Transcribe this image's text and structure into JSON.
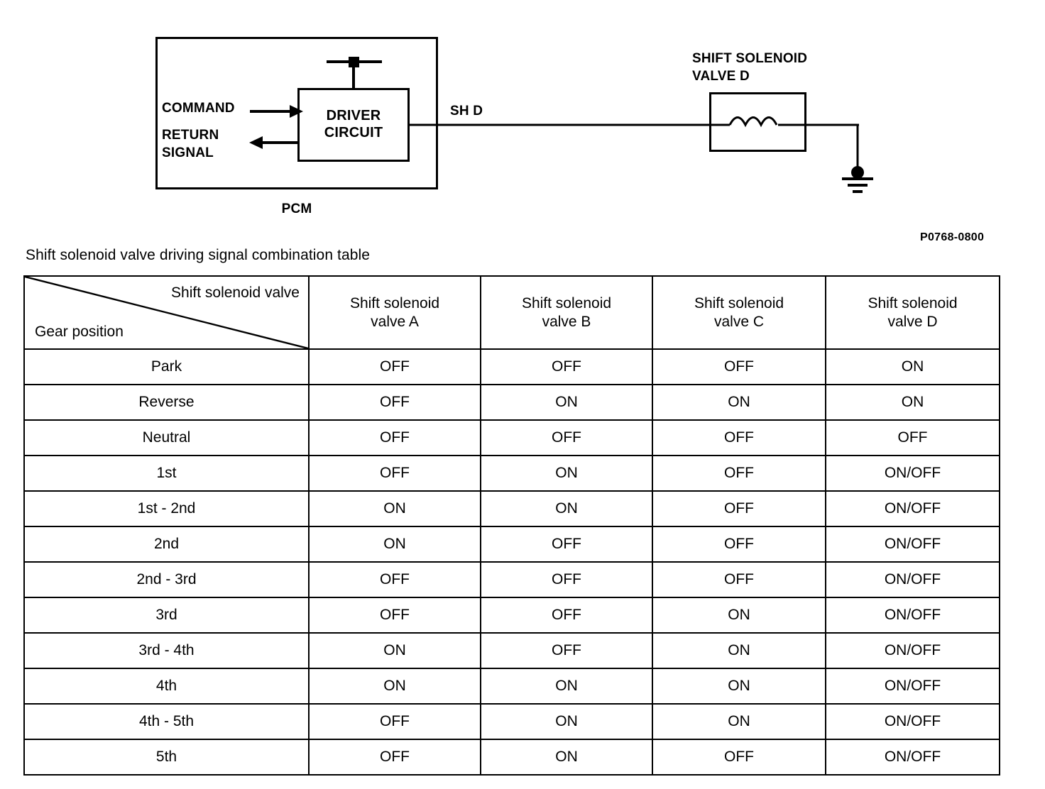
{
  "diagram": {
    "pcm_label": "PCM",
    "driver_circuit_line1": "DRIVER",
    "driver_circuit_line2": "CIRCUIT",
    "command_label": "COMMAND",
    "return_signal_line1": "RETURN",
    "return_signal_line2": "SIGNAL",
    "wire_label": "SH D",
    "solenoid_label_line1": "SHIFT SOLENOID",
    "solenoid_label_line2": "VALVE D",
    "reference_code": "P0768-0800"
  },
  "table": {
    "caption": "Shift solenoid valve driving signal combination table",
    "corner_top_right": "Shift solenoid valve",
    "corner_bottom_left": "Gear position",
    "columns": [
      {
        "line1": "Shift solenoid",
        "line2": "valve A"
      },
      {
        "line1": "Shift solenoid",
        "line2": "valve B"
      },
      {
        "line1": "Shift solenoid",
        "line2": "valve C"
      },
      {
        "line1": "Shift solenoid",
        "line2": "valve D"
      }
    ],
    "rows": [
      {
        "gear": "Park",
        "a": "OFF",
        "b": "OFF",
        "c": "OFF",
        "d": "ON"
      },
      {
        "gear": "Reverse",
        "a": "OFF",
        "b": "ON",
        "c": "ON",
        "d": "ON"
      },
      {
        "gear": "Neutral",
        "a": "OFF",
        "b": "OFF",
        "c": "OFF",
        "d": "OFF"
      },
      {
        "gear": "1st",
        "a": "OFF",
        "b": "ON",
        "c": "OFF",
        "d": "ON/OFF"
      },
      {
        "gear": "1st - 2nd",
        "a": "ON",
        "b": "ON",
        "c": "OFF",
        "d": "ON/OFF"
      },
      {
        "gear": "2nd",
        "a": "ON",
        "b": "OFF",
        "c": "OFF",
        "d": "ON/OFF"
      },
      {
        "gear": "2nd - 3rd",
        "a": "OFF",
        "b": "OFF",
        "c": "OFF",
        "d": "ON/OFF"
      },
      {
        "gear": "3rd",
        "a": "OFF",
        "b": "OFF",
        "c": "ON",
        "d": "ON/OFF"
      },
      {
        "gear": "3rd - 4th",
        "a": "ON",
        "b": "OFF",
        "c": "ON",
        "d": "ON/OFF"
      },
      {
        "gear": "4th",
        "a": "ON",
        "b": "ON",
        "c": "ON",
        "d": "ON/OFF"
      },
      {
        "gear": "4th - 5th",
        "a": "OFF",
        "b": "ON",
        "c": "ON",
        "d": "ON/OFF"
      },
      {
        "gear": "5th",
        "a": "OFF",
        "b": "ON",
        "c": "OFF",
        "d": "ON/OFF"
      }
    ]
  },
  "colors": {
    "ink": "#000000",
    "paper": "#ffffff"
  }
}
